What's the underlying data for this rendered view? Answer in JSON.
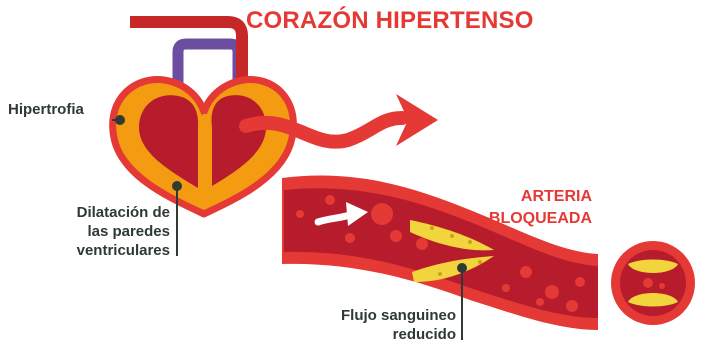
{
  "title": "CORAZÓN HIPERTENSO",
  "labels": {
    "hypertrophy": "Hipertrofia",
    "dilation_line1": "Dilatación de",
    "dilation_line2": "las paredes",
    "dilation_line3": "ventriculares",
    "artery_line1": "ARTERIA",
    "artery_line2": "BLOQUEADA",
    "flow_line1": "Flujo sanguineo",
    "flow_line2": "reducido"
  },
  "colors": {
    "title_red": "#e53935",
    "heart_orange": "#f39c12",
    "chamber_red": "#b71c2c",
    "vein_purple": "#6b4ea0",
    "plaque_yellow": "#f2d43d",
    "label_dark": "#2e3a33"
  }
}
